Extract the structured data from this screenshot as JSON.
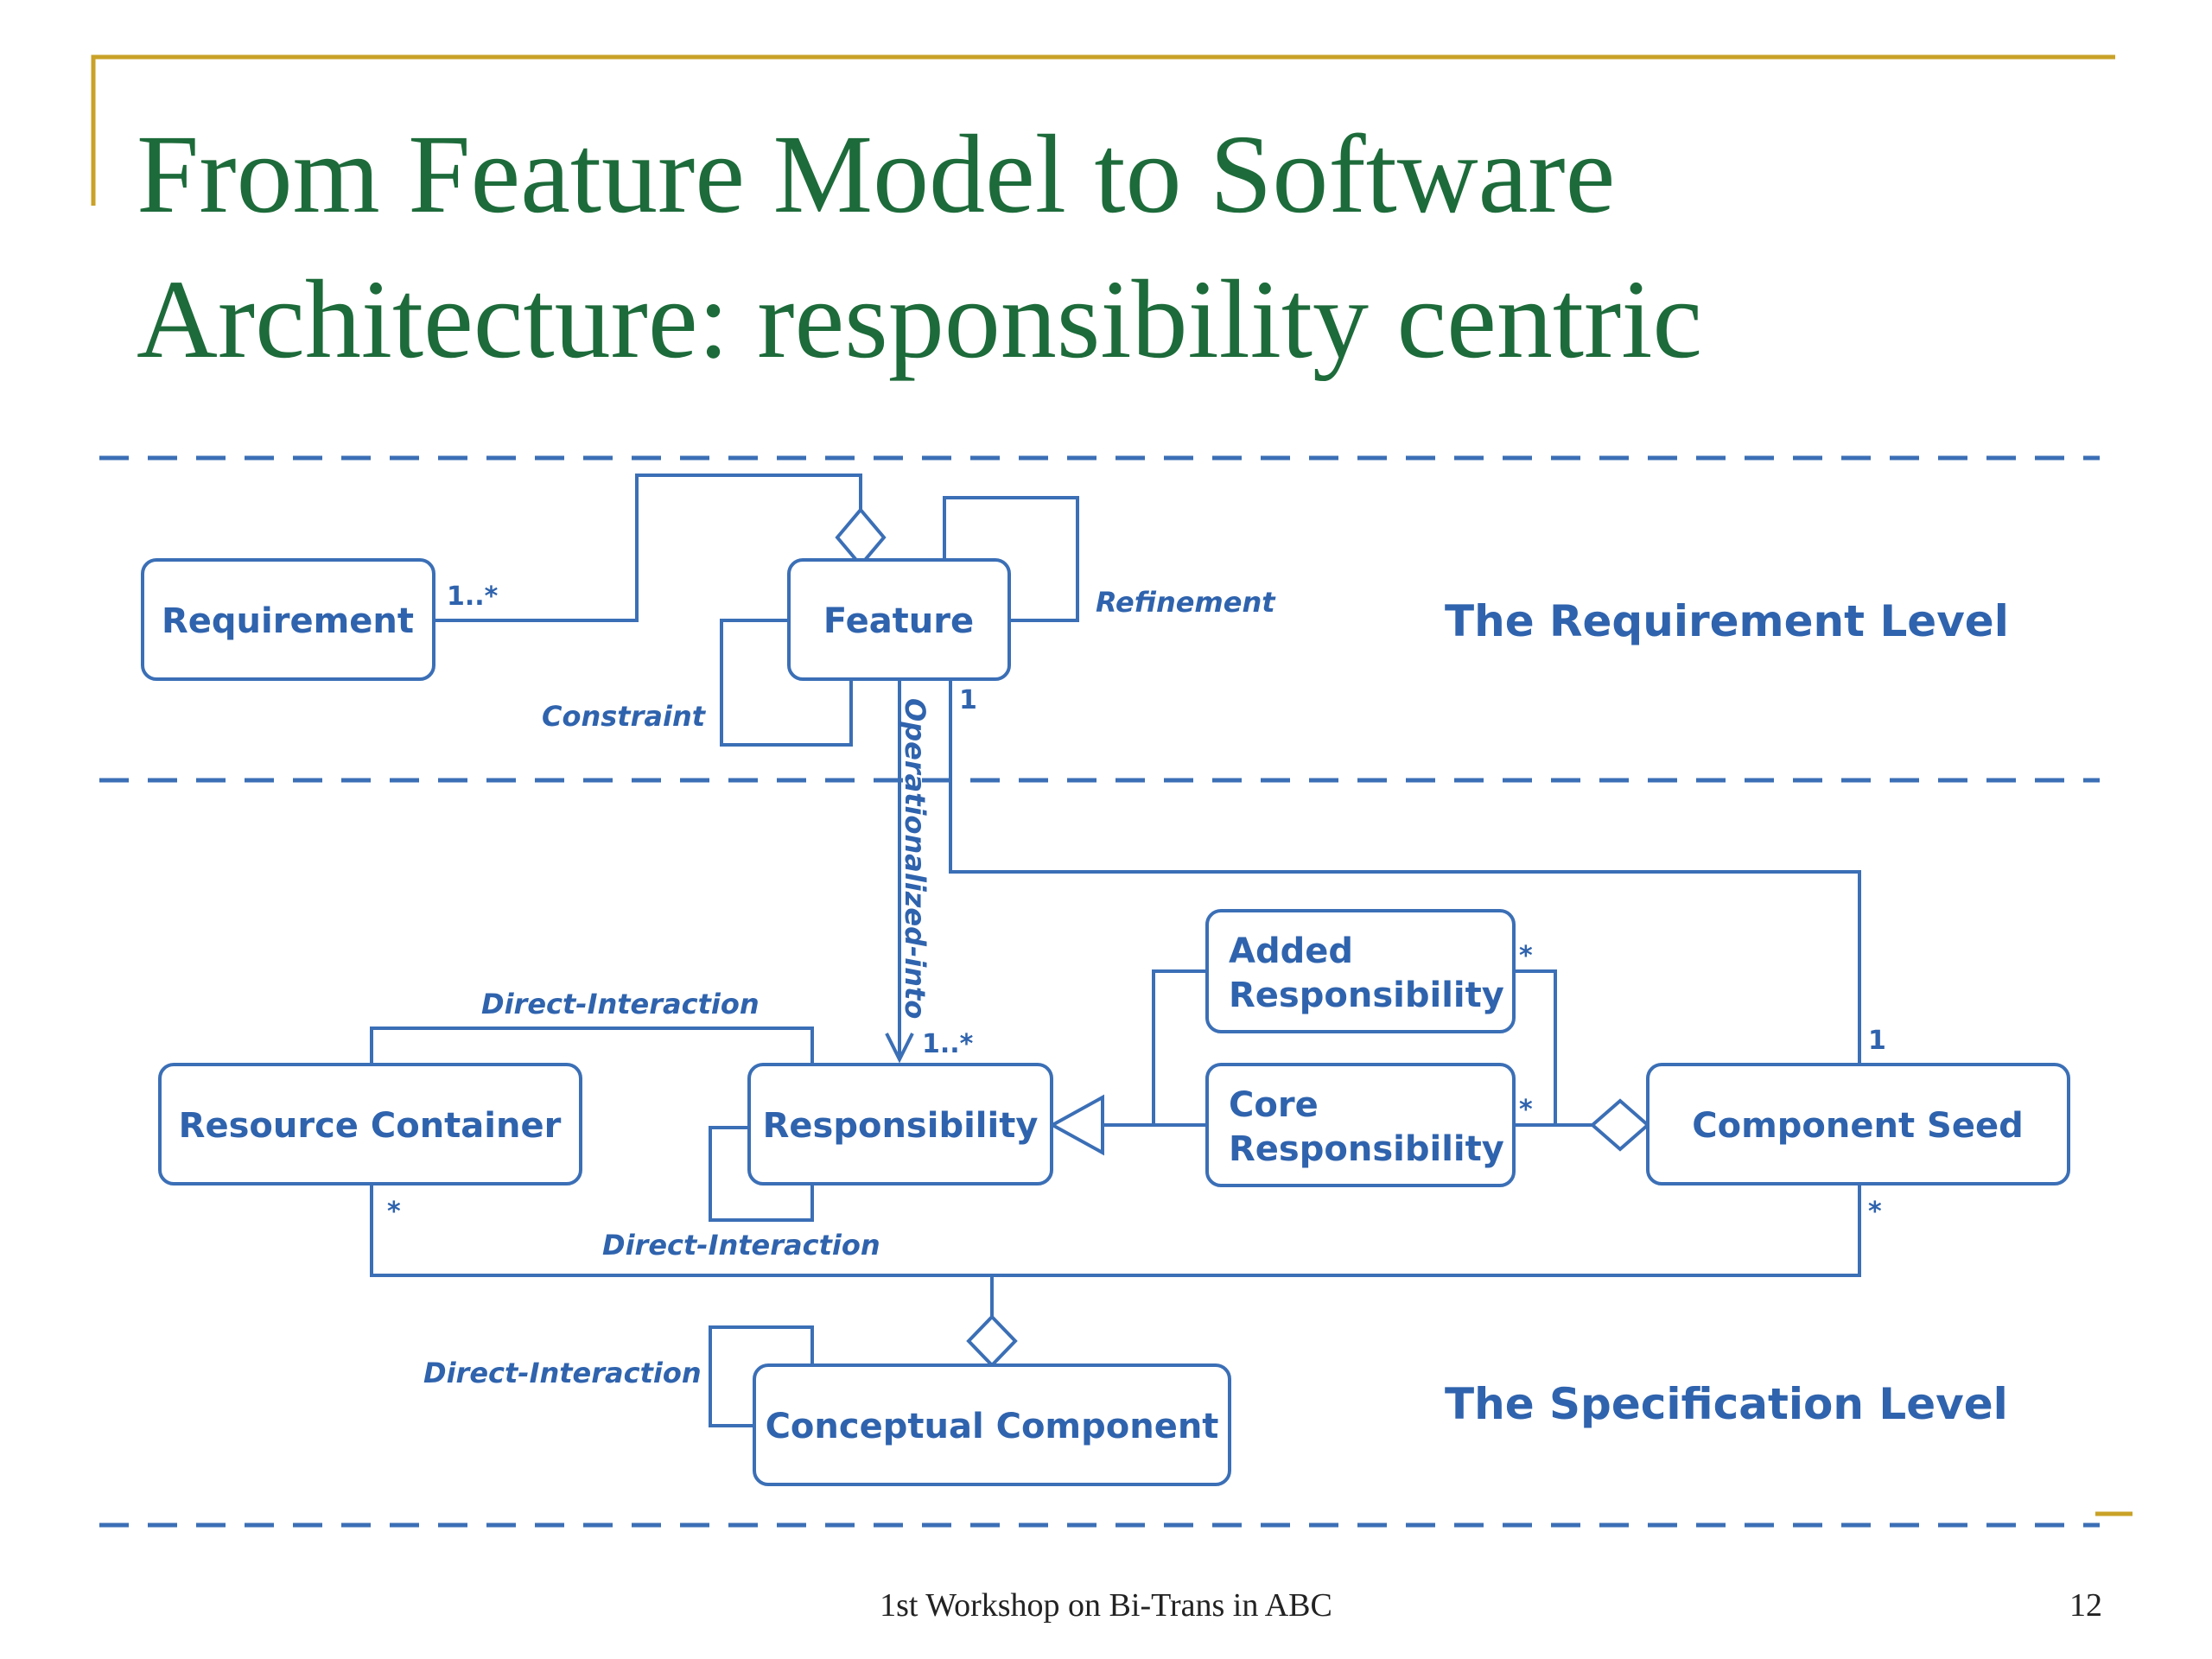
{
  "slide": {
    "title_line1": "From Feature Model to Software",
    "title_line2": "Architecture: responsibility centric",
    "footer_text": "1st Workshop on Bi-Trans in ABC",
    "page_number": "12"
  },
  "diagram": {
    "boxes": {
      "requirement": "Requirement",
      "feature": "Feature",
      "resource_container": "Resource Container",
      "responsibility": "Responsibility",
      "added_responsibility": [
        "Added",
        "Responsibility"
      ],
      "core_responsibility": [
        "Core",
        "Responsibility"
      ],
      "component_seed": "Component Seed",
      "conceptual_component": "Conceptual Component"
    },
    "relations": {
      "refinement": "Refinement",
      "constraint": "Constraint",
      "operationalized_into": "Operationalized-into",
      "direct_interaction": "Direct-Interaction"
    },
    "multiplicities": {
      "one_to_many": "1..*",
      "one": "1",
      "many": "*"
    },
    "levels": {
      "requirement": "The Requirement Level",
      "specification": "The Specification Level"
    }
  },
  "colors": {
    "title": "#1d6b3a",
    "diagram": "#2f63ad",
    "accent_line": "#c9a227"
  }
}
